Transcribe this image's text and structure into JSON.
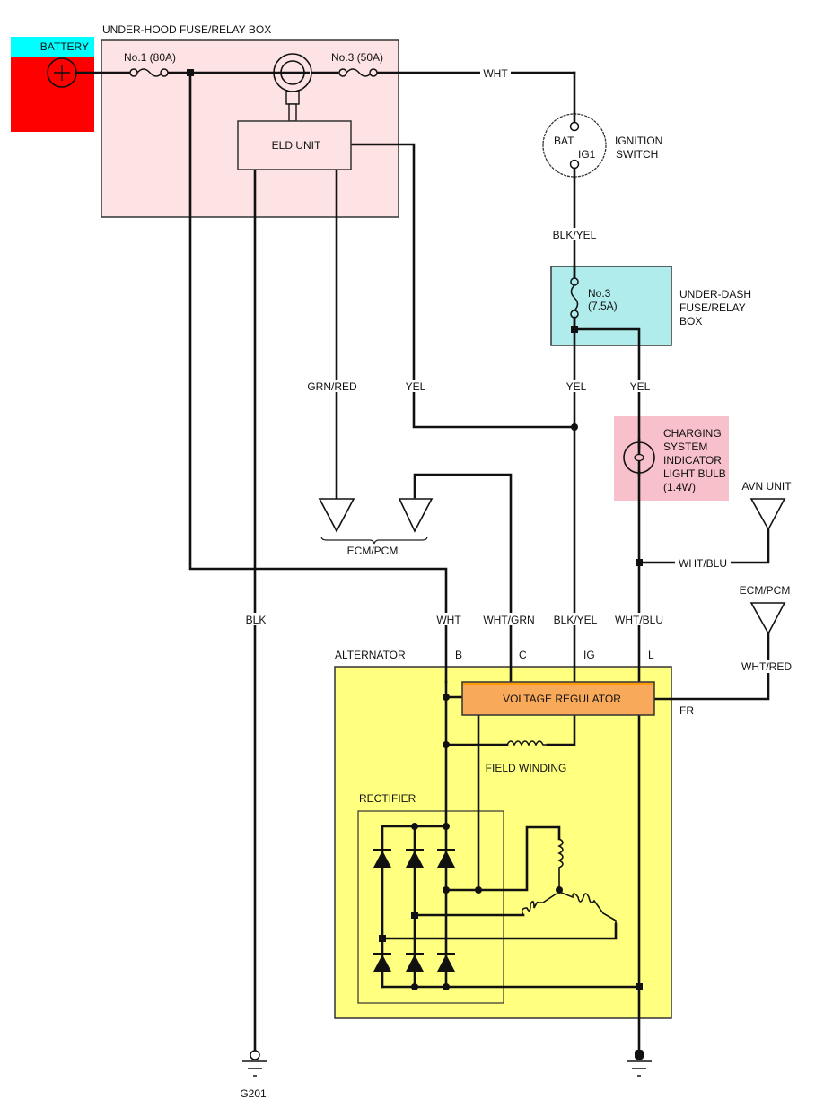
{
  "title": "Charging System Circuit Diagram",
  "components": {
    "battery": {
      "label": "BATTERY",
      "terminal": "+",
      "color_top": "#00ffff",
      "color_body": "#ff0000"
    },
    "underhood_box": {
      "label": "UNDER-HOOD FUSE/RELAY BOX",
      "color": "#fde3e3",
      "fuse1": "No.1 (80A)",
      "fuse3": "No.3 (50A)",
      "eld_unit": "ELD UNIT"
    },
    "ignition_switch": {
      "label_line1": "IGNITION",
      "label_line2": "SWITCH",
      "terminal_bat": "BAT",
      "terminal_ig1": "IG1"
    },
    "underdash_box": {
      "label_line1": "UNDER-DASH",
      "label_line2": "FUSE/RELAY",
      "label_line3": "BOX",
      "fuse_line1": "No.3",
      "fuse_line2": "(7.5A)",
      "color": "#b0ecec"
    },
    "indicator_bulb": {
      "line1": "CHARGING",
      "line2": "SYSTEM",
      "line3": "INDICATOR",
      "line4": "LIGHT BULB",
      "line5": "(1.4W)",
      "color": "#f7c0cb"
    },
    "avn_unit": {
      "label": "AVN UNIT"
    },
    "ecm_pcm_right": {
      "label": "ECM/PCM"
    },
    "ecm_pcm_left": {
      "label": "ECM/PCM"
    },
    "alternator": {
      "label": "ALTERNATOR",
      "color": "#ffff80",
      "terminals": {
        "b": "B",
        "c": "C",
        "ig": "IG",
        "l": "L",
        "fr": "FR"
      }
    },
    "voltage_regulator": {
      "label": "VOLTAGE REGULATOR",
      "color": "#f9a95a"
    },
    "field_winding": {
      "label": "FIELD WINDING"
    },
    "rectifier": {
      "label": "RECTIFIER"
    },
    "ground_left": {
      "label": "G201"
    }
  },
  "wires": {
    "wht_top": "WHT",
    "blk_yel_top": "BLK/YEL",
    "grn_red": "GRN/RED",
    "yel_eld": "YEL",
    "yel_fuse_left": "YEL",
    "yel_fuse_right": "YEL",
    "wht_blu_avn": "WHT/BLU",
    "blk": "BLK",
    "wht": "WHT",
    "wht_grn": "WHT/GRN",
    "blk_yel": "BLK/YEL",
    "wht_blu": "WHT/BLU",
    "wht_red": "WHT/RED"
  }
}
